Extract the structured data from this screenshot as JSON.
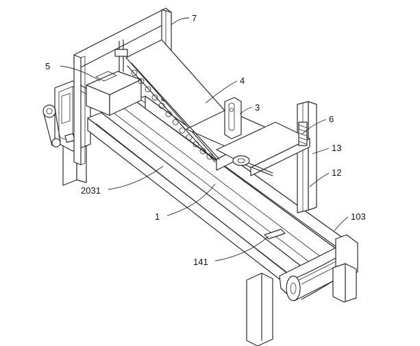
{
  "labels": {
    "l7": "7",
    "l5": "5",
    "l4": "4",
    "l3": "3",
    "l6": "6",
    "l13": "13",
    "l12": "12",
    "l2031": "2031",
    "l1": "1",
    "l103": "103",
    "l141": "141"
  },
  "colors": {
    "line": "#2a2a2a",
    "background": "#ffffff",
    "label": "#111111"
  }
}
